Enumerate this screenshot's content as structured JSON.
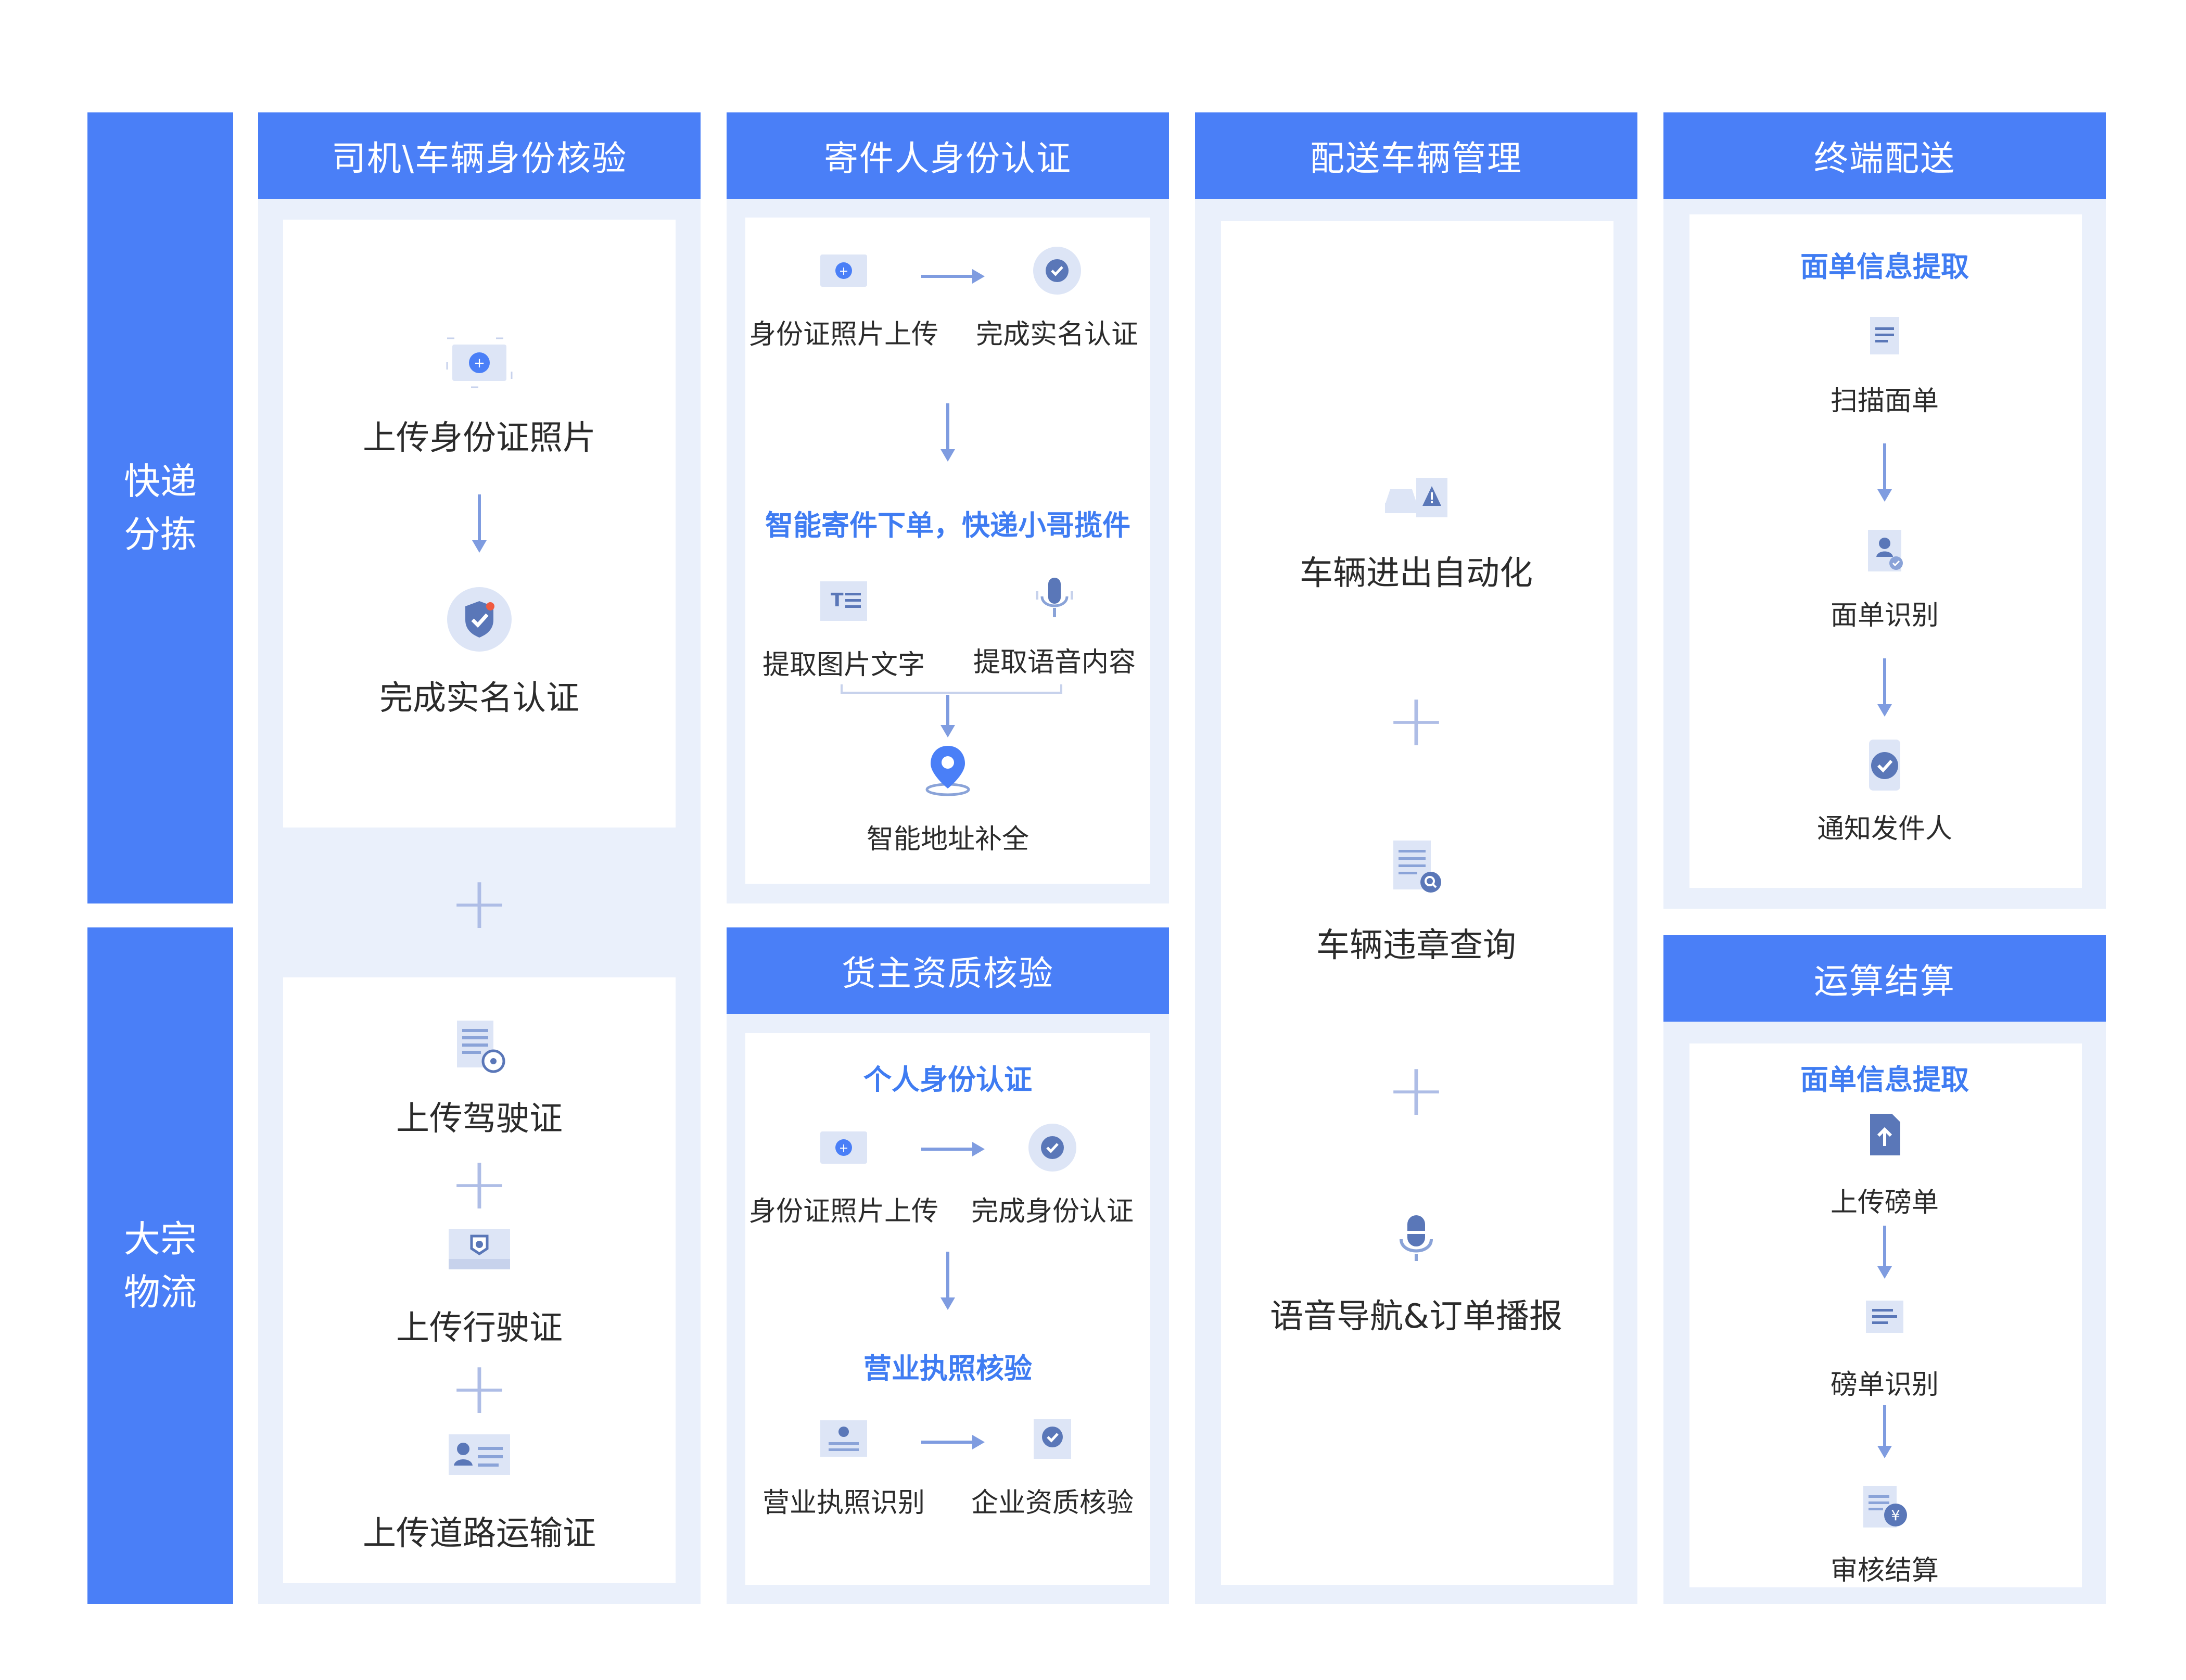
{
  "side_labels": {
    "express": "快递\n分拣",
    "bulk": "大宗\n物流"
  },
  "col1": {
    "title": "司机\\车辆身份核验",
    "upload_id": "上传身份证照片",
    "verified": "完成实名认证",
    "upload_driving": "上传驾驶证",
    "upload_vehicle": "上传行驶证",
    "upload_road": "上传道路运输证"
  },
  "col2": {
    "title": "寄件人身份认证",
    "id_upload": "身份证照片上传",
    "realname": "完成实名认证",
    "smart_order": "智能寄件下单，快递小哥揽件",
    "extract_text": "提取图片文字",
    "extract_voice": "提取语音内容",
    "address": "智能地址补全",
    "shipper_title": "货主资质核验",
    "personal": "个人身份认证",
    "id_upload2": "身份证照片上传",
    "id_done": "完成身份认证",
    "license_check": "营业执照核验",
    "license_recog": "营业执照识别",
    "company_check": "企业资质核验"
  },
  "col3": {
    "title": "配送车辆管理",
    "auto": "车辆进出自动化",
    "violation": "车辆违章查询",
    "voice": "语音导航&订单播报"
  },
  "col4": {
    "title": "终端配送",
    "extract": "面单信息提取",
    "scan": "扫描面单",
    "recog": "面单识别",
    "notify": "通知发件人",
    "settle_title": "运算结算",
    "extract2": "面单信息提取",
    "upload": "上传磅单",
    "weigh_recog": "磅单识别",
    "audit": "审核结算"
  },
  "colors": {
    "primary": "#4a7ff7",
    "panel": "#eaf0fb",
    "link": "#3f7cf2"
  }
}
